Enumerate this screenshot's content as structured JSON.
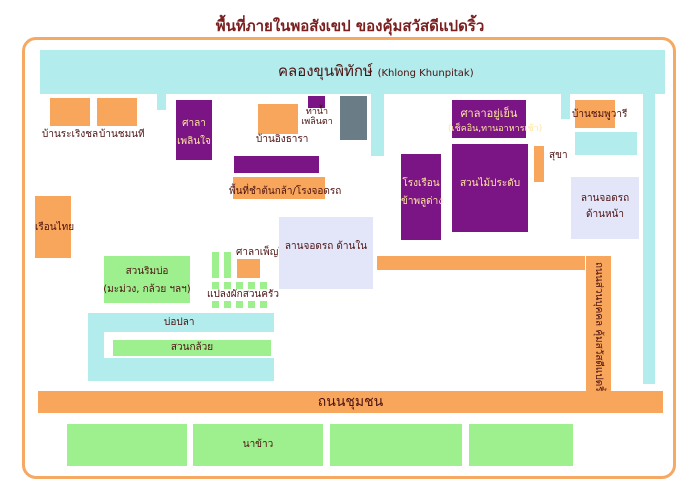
{
  "title": "พื้นที่ภายในพอสังเขป ของคุ้มสวัสดีแปดริ้ว",
  "labels": {
    "canal": "คลองขุนพิทักษ์",
    "canal_en": "(Khlong Khunpitak)",
    "house_rachon": "บ้านระเริงชล",
    "house_chomnati": "บ้านชมนที",
    "sala_plernjai_1": "ศาลา",
    "sala_plernjai_2": "เพลินใจ",
    "house_ingthara": "บ้านอิงธารา",
    "tha_plernta_1": "ท่าน้ำ",
    "tha_plernta_2": "เพลินตา",
    "sala_yuyen_1": "ศาลาอยู่เย็น",
    "sala_yuyen_2": "(เช็คอิน,ทานอาหารเช้า)",
    "house_chomphuwaree": "บ้านชมพูวารี",
    "sucha": "สุขา",
    "seedling_area": "พื้นที่ชำต้นกล้า/โรงจอดรถ",
    "boathouse_1": "โรงเรือน",
    "boathouse_2": "ข้าพลูด่าง",
    "ornamental_garden": "สวนไม้ประดับ",
    "parking_front_1": "ลานจอดรถ",
    "parking_front_2": "ด้านหน้า",
    "thai_house": "เรือนไทย",
    "sala_panjai": "ศาลาเพ็ญใจ",
    "parking_inner": "ลานจอดรถ ด้านใน",
    "orchard_1": "สวนริมบ่อ",
    "orchard_2": "(มะม่วง, กล้วย ฯลฯ)",
    "kitchen_garden": "แปลงผักสวนครัว",
    "fish_pond": "บ่อปลา",
    "banana_garden": "สวนกล้วย",
    "side_road": "ถนนส่วนบุคคล คุ้มสวัสดีแปดริ้ว",
    "community_road": "ถนนชุมชน",
    "rice_field": "นาข้าว"
  },
  "colors": {
    "water": "#b2ecec",
    "building": "#f7a65b",
    "sala": "#7b1585",
    "garden": "#9ef08e",
    "parking": "#e3e5f8",
    "pier": "#6a7d87",
    "frame": "#f5a963",
    "title": "#7a1f1f"
  }
}
